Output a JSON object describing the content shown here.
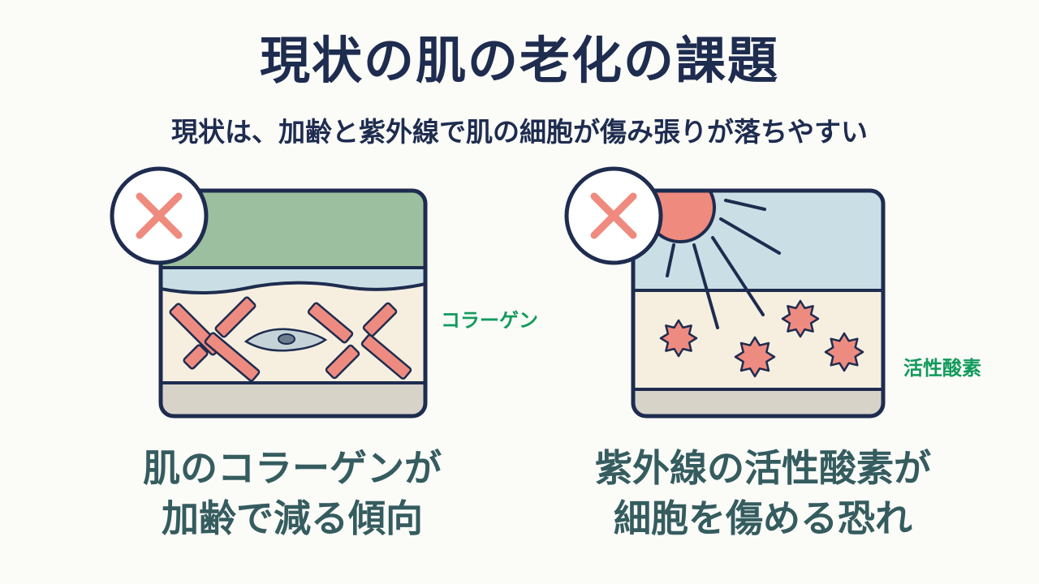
{
  "header": {
    "title": "現状の肌の老化の課題",
    "subtitle": "現状は、加齢と紫外線で肌の細胞が傷み張りが落ちやすい"
  },
  "panels": [
    {
      "badge_icon": "x-mark-icon",
      "side_label": "コラーゲン",
      "caption_line1": "肌のコラーゲンが",
      "caption_line2": "加齢で減る傾向"
    },
    {
      "badge_icon": "x-mark-icon",
      "side_label": "活性酸素",
      "caption_line1": "紫外線の活性酸素が",
      "caption_line2": "細胞を傷める恐れ"
    }
  ],
  "colors": {
    "title": "#1e2c4f",
    "caption": "#355c5f",
    "label_green": "#129a5c",
    "x_mark": "#ef8a7e",
    "collagen": "#ee8b80",
    "sky": "#c9dfe5",
    "epidermis_green": "#9cbf9f",
    "dermis": "#f6efe0",
    "base_layer": "#d7d3c9",
    "outline": "#1e2c4f"
  }
}
